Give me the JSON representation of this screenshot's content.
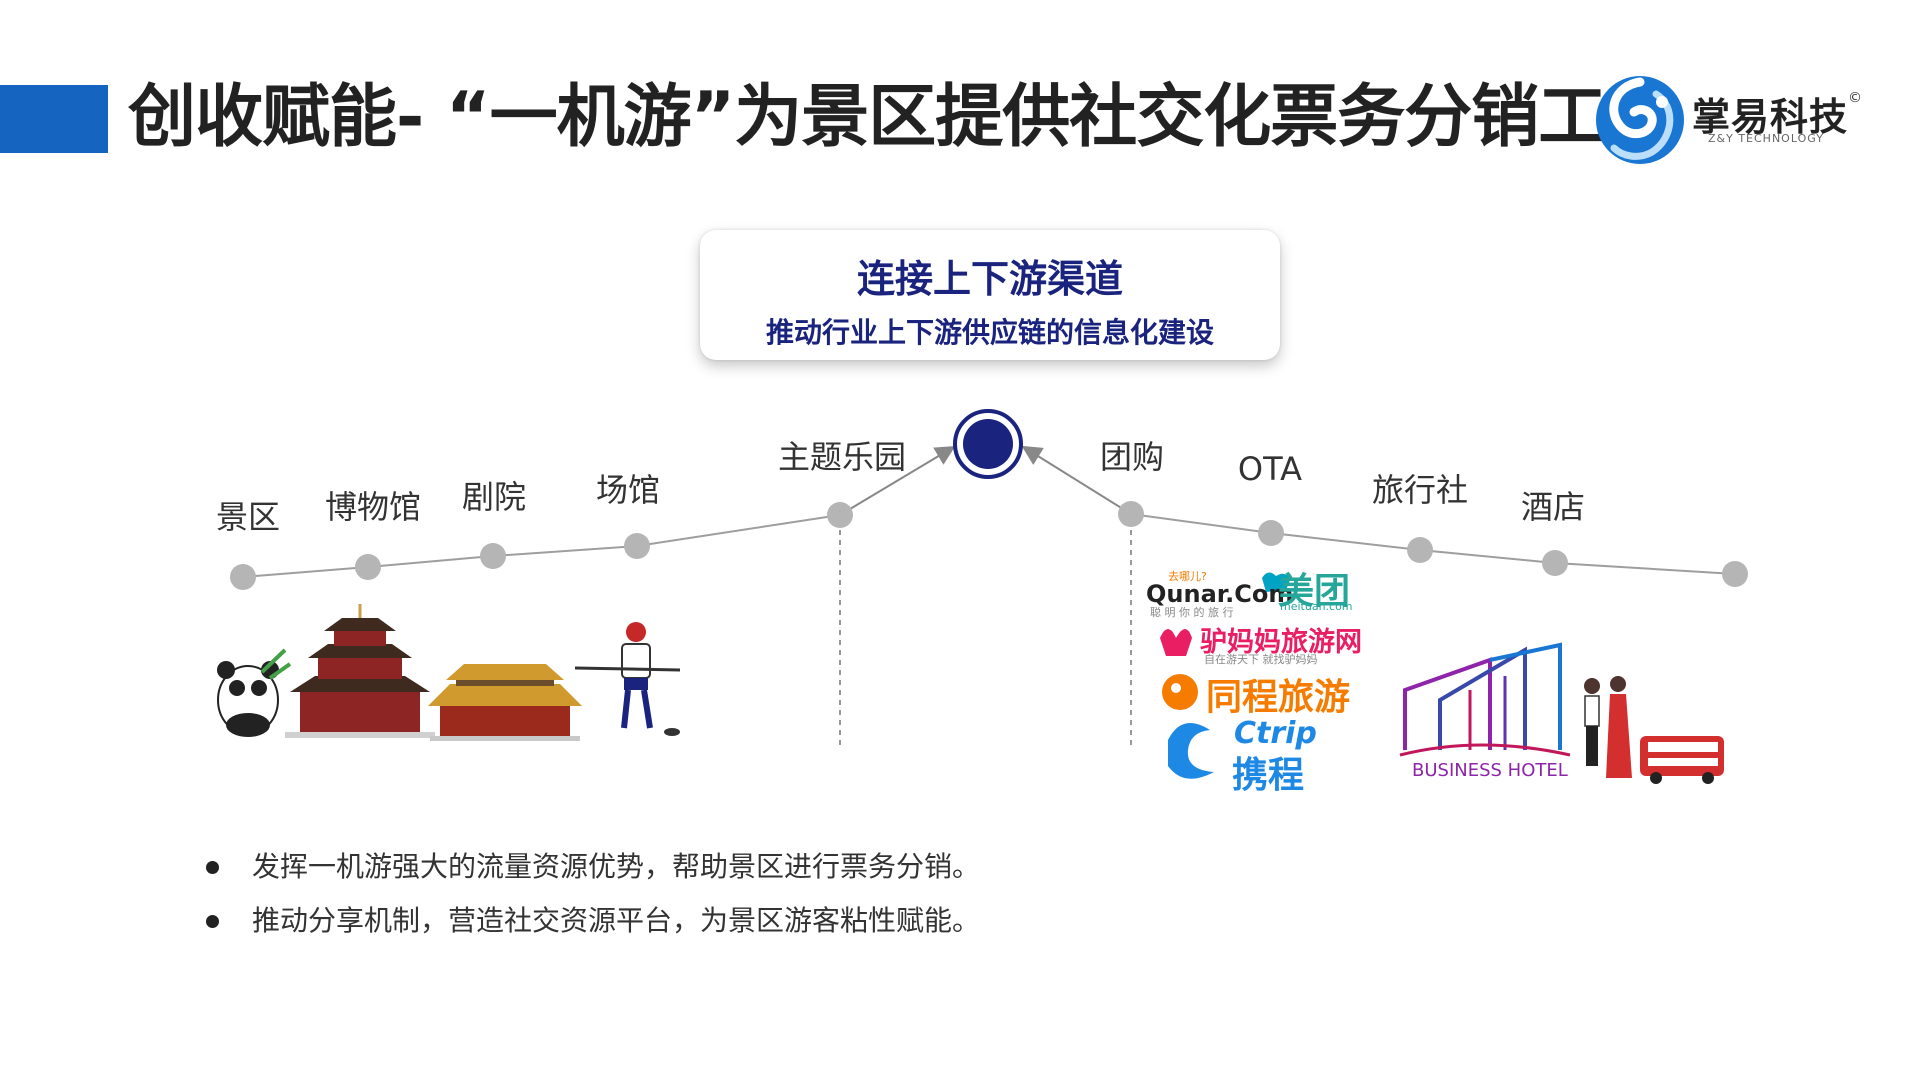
{
  "header": {
    "title": "创收赋能- “一机游”为景区提供社交化票务分销工具",
    "accent_color": "#1565c0"
  },
  "logo": {
    "name_cn": "掌易科技",
    "name_en": "Z&Y TECHNOLOGY",
    "copyright": "©",
    "icon": "swirl-logo-icon"
  },
  "center_box": {
    "title": "连接上下游渠道",
    "subtitle": "推动行业上下游供应链的信息化建设"
  },
  "upstream_nodes": [
    {
      "label": "景区",
      "illustration": "panda-icon"
    },
    {
      "label": "博物馆",
      "illustration": "pagoda-icon"
    },
    {
      "label": "剧院",
      "illustration": "palace-icon"
    },
    {
      "label": "场馆",
      "illustration": "hockey-player-icon"
    },
    {
      "label": "主题乐园",
      "illustration": ""
    }
  ],
  "downstream_nodes": [
    {
      "label": "团购"
    },
    {
      "label": "OTA"
    },
    {
      "label": "旅行社"
    },
    {
      "label": "酒店"
    }
  ],
  "partner_logos": {
    "qunar": {
      "name": "Qunar.Com",
      "tagline_top": "去哪儿?",
      "tagline_bottom": "聪 明 你 的 旅 行"
    },
    "meituan": {
      "name": "美团",
      "domain": "meituan.com"
    },
    "lvmama": {
      "name": "驴妈妈旅游网",
      "tagline": "自在游天下 就找驴妈妈"
    },
    "tongcheng": {
      "name": "同程旅游"
    },
    "ctrip": {
      "name_en": "Ctrip",
      "name_cn": "携程"
    }
  },
  "hotel_illustration": {
    "label": "BUSINESS HOTEL",
    "icons": [
      "hotel-building-icon",
      "couple-icon",
      "double-decker-bus-icon"
    ]
  },
  "bullets": [
    "发挥一机游强大的流量资源优势，帮助景区进行票务分销。",
    "推动分享机制，营造社交资源平台，为景区游客粘性赋能。"
  ],
  "colors": {
    "node_gray": "#b5b5b5",
    "hub_navy": "#1a237e",
    "text_navy": "#1a237e"
  }
}
